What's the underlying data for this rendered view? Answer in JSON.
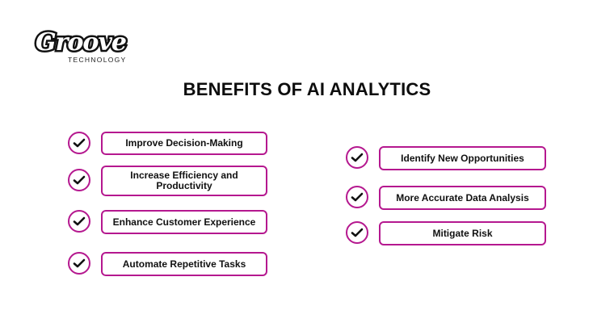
{
  "logo": {
    "word": "Groove",
    "subtitle": "TECHNOLOGY"
  },
  "title": "BENEFITS OF AI ANALYTICS",
  "colors": {
    "accent": "#b5188f",
    "text": "#111111",
    "background": "#ffffff"
  },
  "left_column": [
    {
      "label": "Improve Decision-Making",
      "icon": "check-circle-icon"
    },
    {
      "label": "Increase Efficiency and Productivity",
      "icon": "check-circle-icon"
    },
    {
      "label": "Enhance Customer Experience",
      "icon": "check-circle-icon"
    },
    {
      "label": "Automate Repetitive Tasks",
      "icon": "check-circle-icon"
    }
  ],
  "right_column": [
    {
      "label": "Identify New Opportunities",
      "icon": "check-circle-icon"
    },
    {
      "label": "More Accurate Data Analysis",
      "icon": "check-circle-icon"
    },
    {
      "label": "Mitigate Risk",
      "icon": "check-circle-icon"
    }
  ]
}
